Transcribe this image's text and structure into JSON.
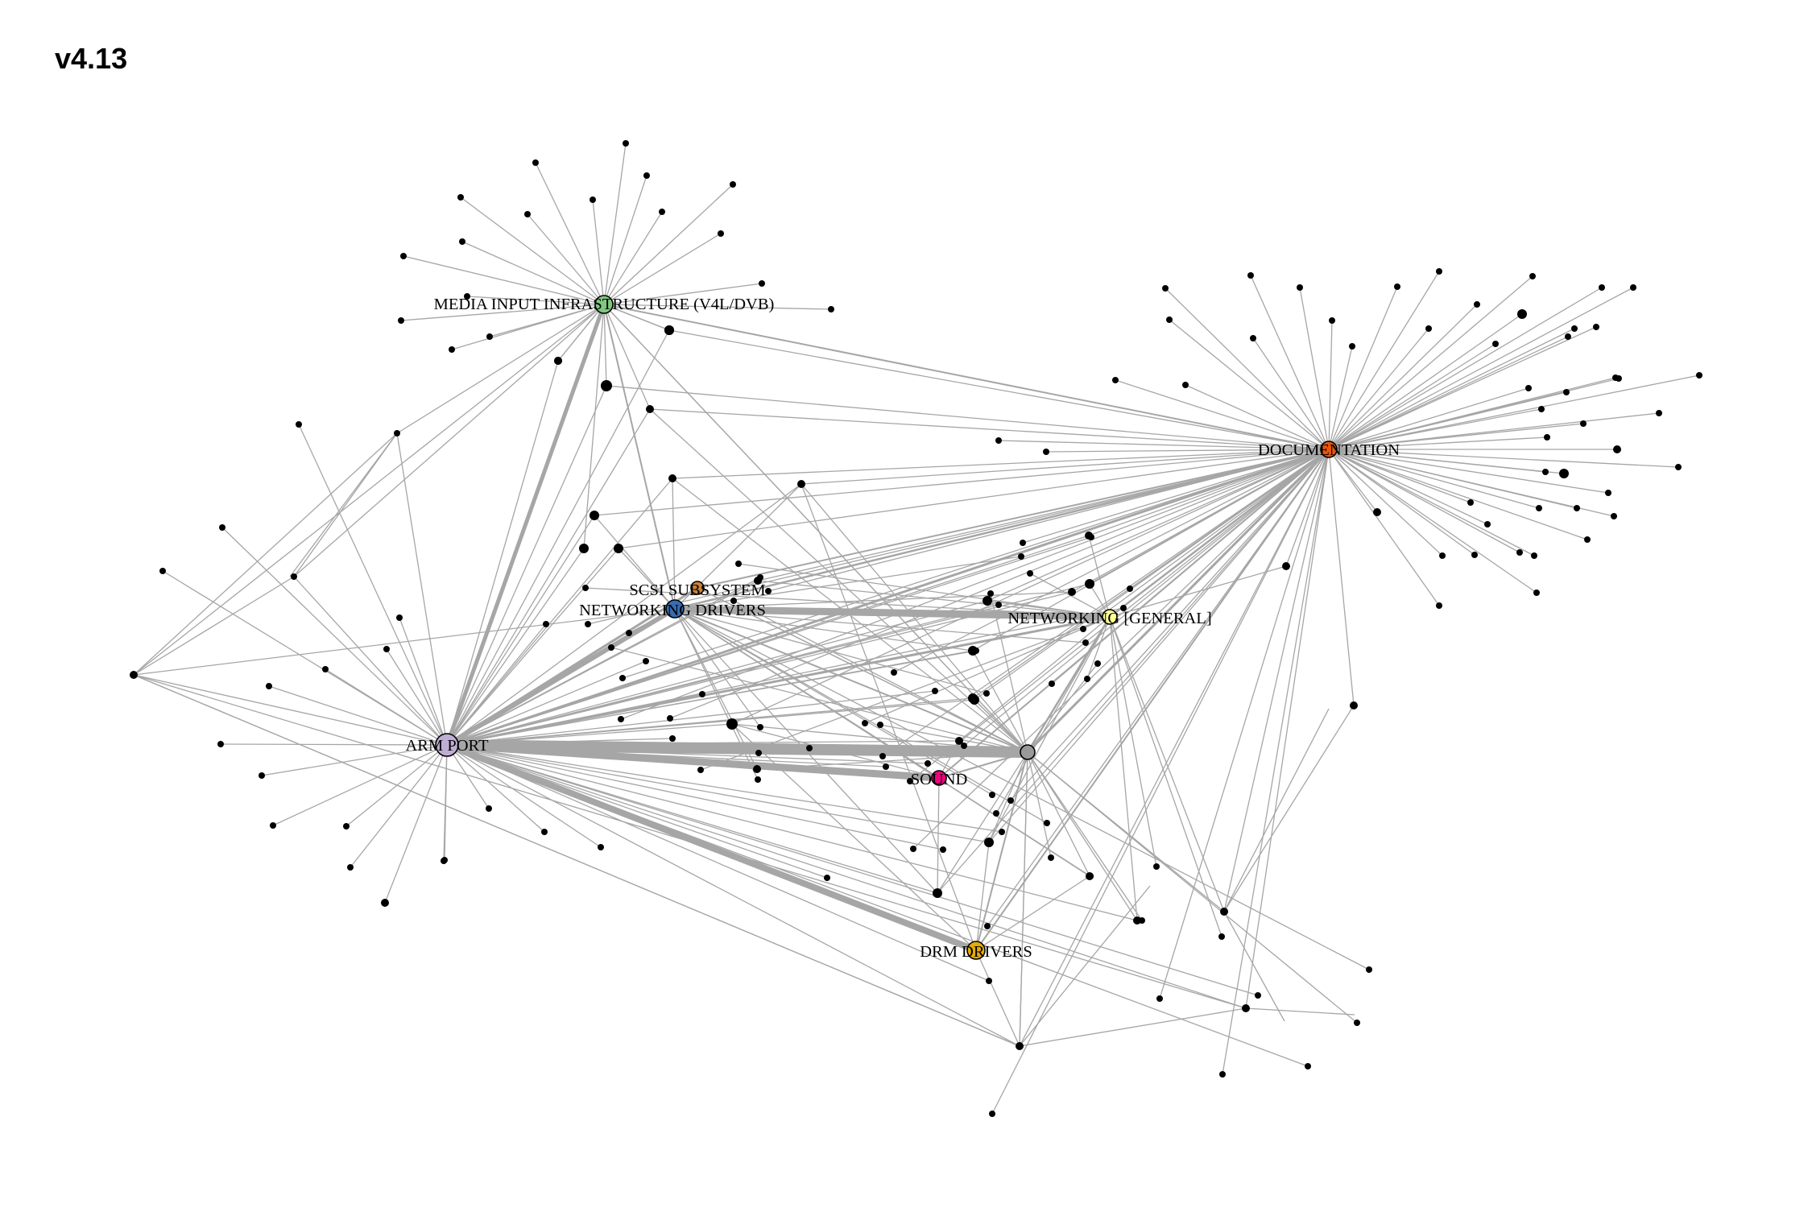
{
  "title": "v4.13",
  "diagram": {
    "edge_color": "#a6a6a6",
    "minor_node_color": "#000000",
    "hubs": [
      {
        "id": "media",
        "label": "MEDIA INPUT INFRASTRUCTURE (V4L/DVB)",
        "color": "#7fc97f"
      },
      {
        "id": "doc",
        "label": "DOCUMENTATION",
        "color": "#e6550d"
      },
      {
        "id": "scsi",
        "label": "SCSI SUBSYSTEM",
        "color": "#c7823a"
      },
      {
        "id": "netdrv",
        "label": "NETWORKING DRIVERS",
        "color": "#386cb0"
      },
      {
        "id": "netgen",
        "label": "NETWORKING [GENERAL]",
        "color": "#ffff99"
      },
      {
        "id": "arm",
        "label": "ARM PORT",
        "color": "#beaed4"
      },
      {
        "id": "sound",
        "label": "SOUND",
        "color": "#f0027f"
      },
      {
        "id": "drm",
        "label": "DRM DRIVERS",
        "color": "#e6ab02"
      },
      {
        "id": "gray",
        "label": "",
        "color": "#999999"
      }
    ]
  }
}
